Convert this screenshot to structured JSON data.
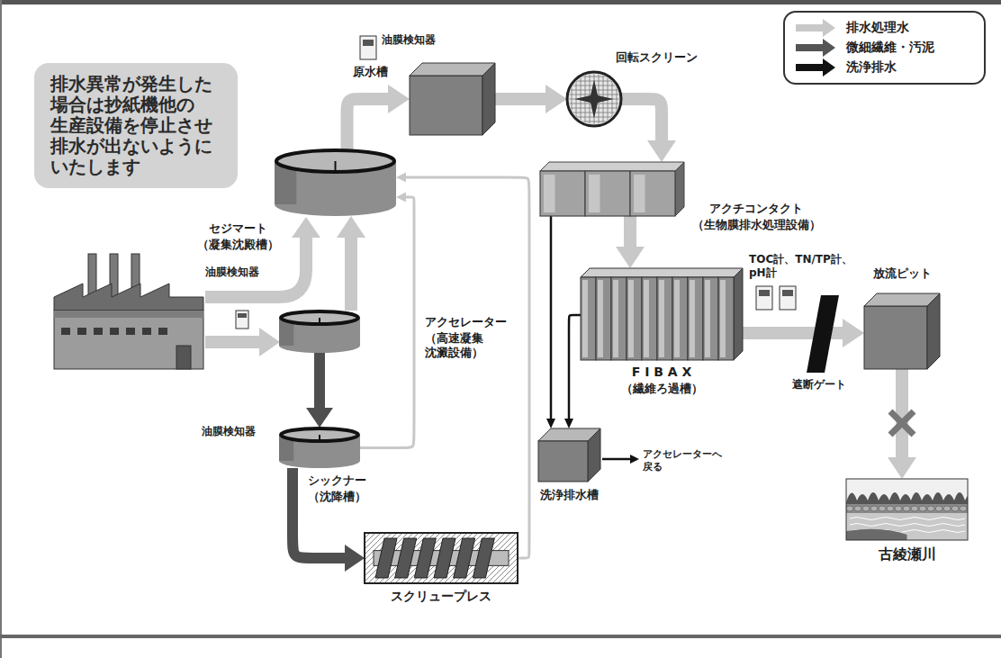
{
  "diagram": {
    "nodes": [
      {
        "text": [
          "排水異常が発生した 場合は抄紙機他の 生産設備を停止させ 排水が出ないように いたします"
        ]
      },
      {
        "text": [
          "原水槽"
        ]
      },
      {
        "text": [
          "回転スクリーン"
        ]
      },
      {
        "text": [
          "セジマート",
          "（凝集沈殿槽）"
        ]
      },
      {
        "text": [
          "アクチコンタクト",
          "（生物膜排水処理設備）"
        ]
      },
      {
        "text": [
          "F I B A X",
          "（繊維ろ過槽）"
        ]
      },
      {
        "text": [
          "放流ピット"
        ]
      },
      {
        "text": [
          "アクセレーター",
          "（高速凝集 沈澱設備）"
        ]
      },
      {
        "text": [
          "洗浄排水槽"
        ]
      },
      {
        "text": [
          "シックナー",
          "（沈降槽）"
        ]
      },
      {
        "text": [
          "スクリュープレス"
        ]
      },
      {
        "text": [
          "古綾瀬川"
        ]
      }
    ],
    "edges": [
      {
        "from": 3,
        "to": 1,
        "arrow": "to"
      },
      {
        "from": 1,
        "to": 2,
        "arrow": "to"
      },
      {
        "from": 2,
        "to": 4,
        "arrow": "to"
      },
      {
        "from": 4,
        "to": 5,
        "arrow": "to"
      },
      {
        "from": 5,
        "to": 6,
        "arrow": "to"
      },
      {
        "from": 6,
        "to": 11,
        "arrow": "to"
      },
      {
        "from": 7,
        "to": 3,
        "arrow": "to"
      },
      {
        "from": 7,
        "to": 9,
        "arrow": "to"
      },
      {
        "from": 9,
        "to": 10,
        "arrow": "to"
      },
      {
        "from": 9,
        "to": 3,
        "arrow": "to"
      },
      {
        "from": 10,
        "to": 3,
        "arrow": "to"
      },
      {
        "from": 4,
        "to": 8,
        "arrow": "to"
      },
      {
        "from": 5,
        "to": 8,
        "arrow": "to"
      }
    ],
    "labels": [
      "油膜検知器",
      "油膜検知器",
      "油膜検知器",
      "TOC計、TN/TP計、 pH計",
      "遮断ゲート",
      "アクセレーターへ 戻る"
    ],
    "legend": [
      {
        "text": "排水処理水"
      },
      {
        "text": "微細繊維・汚泥"
      },
      {
        "text": "洗浄排水"
      }
    ]
  }
}
